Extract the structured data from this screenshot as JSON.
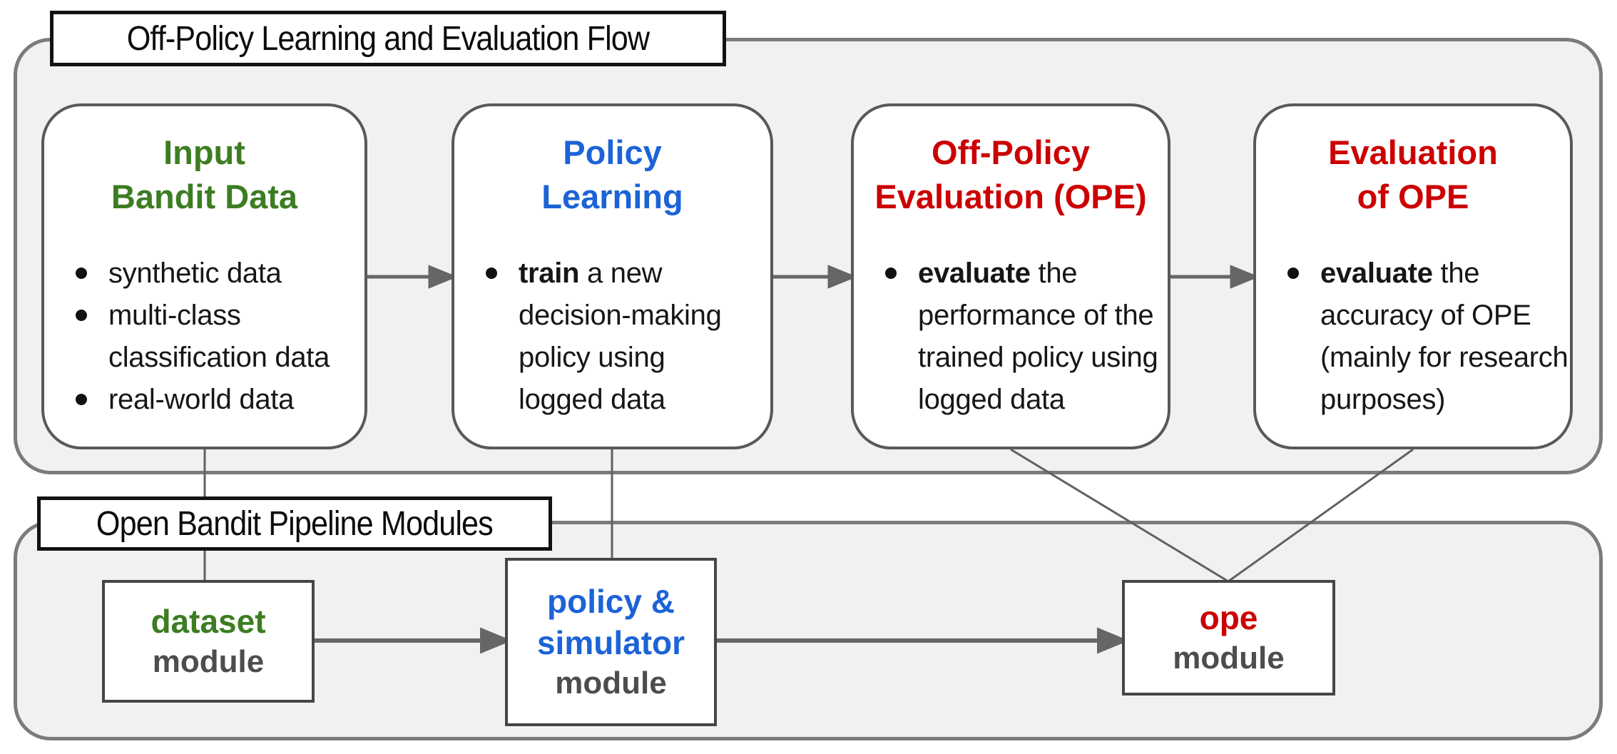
{
  "palette": {
    "green": "#3c7d21",
    "blue": "#1c63d6",
    "red": "#cc0000",
    "module_gray": "#4d4d4d",
    "container_fill": "#f1f1f1",
    "container_border": "#7b7b7b",
    "box_border": "#595959",
    "connector_gray": "#666666"
  },
  "flow_section": {
    "title": "Off-Policy Learning and Evaluation Flow",
    "boxes": [
      {
        "id": "input-bandit-data",
        "title": "Input\nBandit Data",
        "color": "#3c7d21",
        "bullets": [
          {
            "bold": "",
            "text": "synthetic data"
          },
          {
            "bold": "",
            "text": "multi-class\nclassification data"
          },
          {
            "bold": "",
            "text": "real-world data"
          }
        ]
      },
      {
        "id": "policy-learning",
        "title": "Policy\nLearning",
        "color": "#1c63d6",
        "bullets": [
          {
            "bold": "train",
            "text": " a new\ndecision-making\npolicy using\nlogged data"
          }
        ]
      },
      {
        "id": "off-policy-evaluation",
        "title": "Off-Policy\nEvaluation (OPE)",
        "color": "#cc0000",
        "bullets": [
          {
            "bold": "evaluate",
            "text": " the\nperformance of the\ntrained policy using\nlogged data"
          }
        ]
      },
      {
        "id": "evaluation-of-ope",
        "title": "Evaluation\nof OPE",
        "color": "#cc0000",
        "bullets": [
          {
            "bold": "evaluate",
            "text": " the\naccuracy of OPE\n(mainly for research\npurposes)"
          }
        ]
      }
    ]
  },
  "modules_section": {
    "title": "Open Bandit Pipeline Modules",
    "modules": [
      {
        "id": "dataset",
        "name": "dataset",
        "color": "#3c7d21",
        "subtitle": "module"
      },
      {
        "id": "policy-simulator",
        "name": "policy &\nsimulator",
        "color": "#1c63d6",
        "subtitle": "module"
      },
      {
        "id": "ope",
        "name": "ope",
        "color": "#cc0000",
        "subtitle": "module"
      }
    ]
  }
}
